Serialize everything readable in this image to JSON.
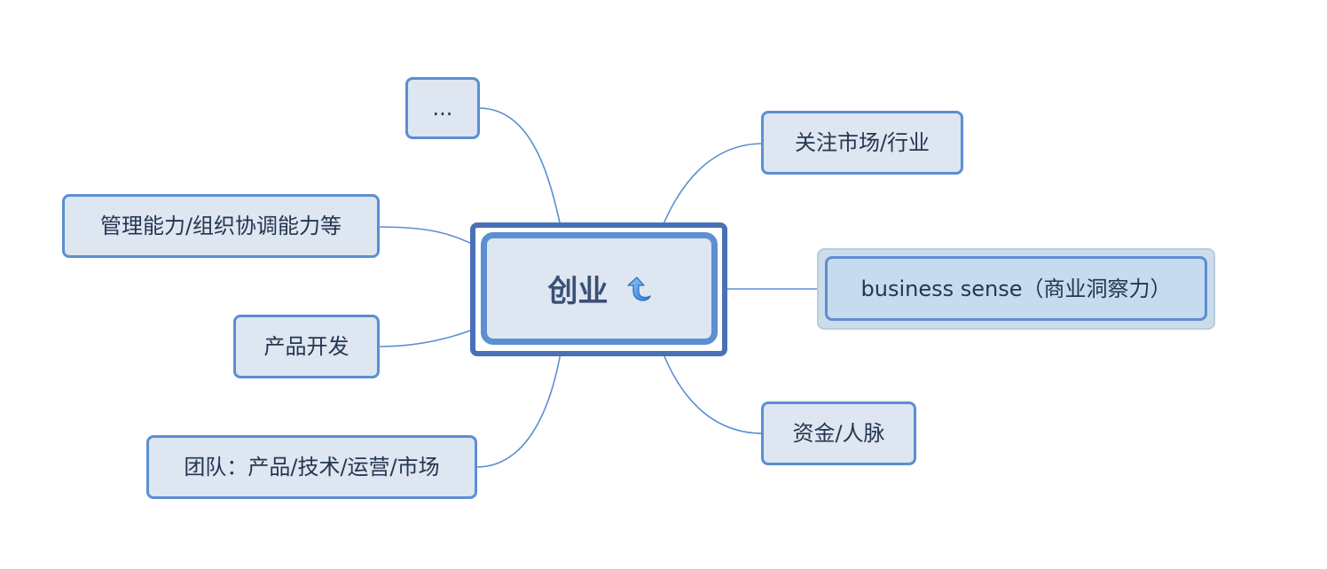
{
  "mindmap": {
    "root": {
      "label": "创业",
      "icon": "refresh-arrow-icon"
    },
    "topics": [
      {
        "id": "ellipsis",
        "label": "...",
        "side": "left"
      },
      {
        "id": "management",
        "label": "管理能力/组织协调能力等",
        "side": "left"
      },
      {
        "id": "product",
        "label": "产品开发",
        "side": "left"
      },
      {
        "id": "team",
        "label": "团队：产品/技术/运营/市场",
        "side": "left"
      },
      {
        "id": "market",
        "label": "关注市场/行业",
        "side": "right"
      },
      {
        "id": "business",
        "label": "business sense（商业洞察力）",
        "side": "right",
        "selected": true
      },
      {
        "id": "funding",
        "label": "资金/人脉",
        "side": "right"
      }
    ]
  },
  "colors": {
    "node_fill": "#dde6f1",
    "node_border": "#5b8fd2",
    "root_outer_border": "#4a70b8",
    "selected_fill": "#c6dbee",
    "selection_halo": "#cbdcea",
    "link": "#5b8fd2",
    "text": "#253650",
    "root_text": "#3b5076"
  }
}
